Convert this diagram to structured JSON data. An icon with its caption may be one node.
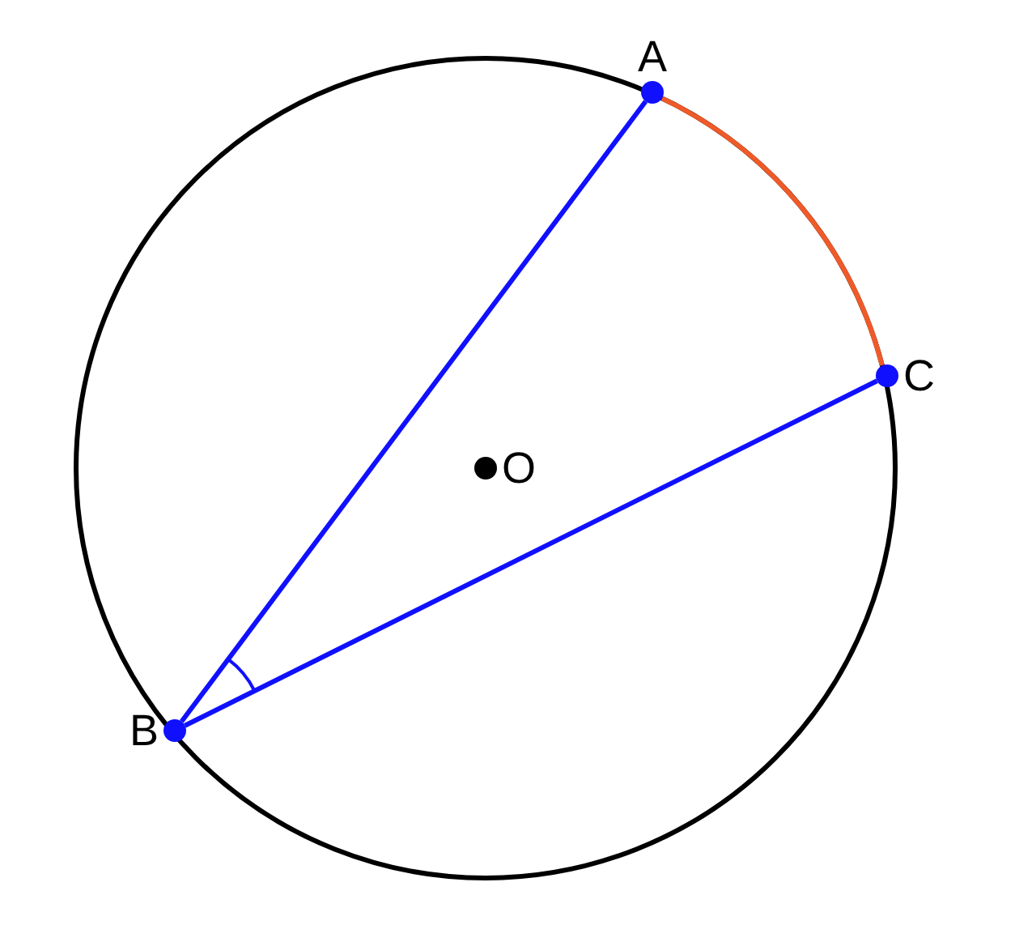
{
  "diagram": {
    "nodes": [
      {
        "text": [
          "A"
        ]
      },
      {
        "text": [
          "C"
        ]
      },
      {
        "text": [
          "O"
        ]
      },
      {
        "text": [
          "B"
        ]
      }
    ],
    "edges": [
      {
        "from": 3,
        "to": 0,
        "arrow": "none"
      },
      {
        "from": 3,
        "to": 1,
        "arrow": "none"
      },
      {
        "from": 0,
        "to": 1,
        "arrow": "none",
        "color": "#f05a28"
      }
    ]
  }
}
